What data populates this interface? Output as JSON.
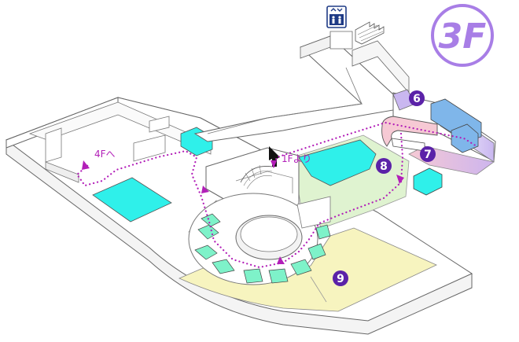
{
  "floor": {
    "label": "3F",
    "ring_color": "#a87ee6",
    "text_color": "#a87ee6"
  },
  "route_labels": {
    "to_4f": "4Fへ",
    "from_1f": "1Fより"
  },
  "markers": [
    {
      "id": "6",
      "label": "6"
    },
    {
      "id": "7",
      "label": "7"
    },
    {
      "id": "8",
      "label": "8"
    },
    {
      "id": "9",
      "label": "9"
    }
  ],
  "icons": {
    "elevator": "elevator-icon",
    "stairs": "stairs-icon",
    "route_arrow": "route-arrow-icon"
  },
  "colors": {
    "route": "#b21fb8",
    "marker_fill": "#5b22a8",
    "zone_cyan": "#2ff0ea",
    "zone_green": "#dff3d0",
    "zone_yellow": "#f7f4bf",
    "zone_lavender": "#c9b7f0",
    "zone_pink": "#f6c9d4",
    "wall": "#ffffff",
    "outline": "#555555"
  }
}
